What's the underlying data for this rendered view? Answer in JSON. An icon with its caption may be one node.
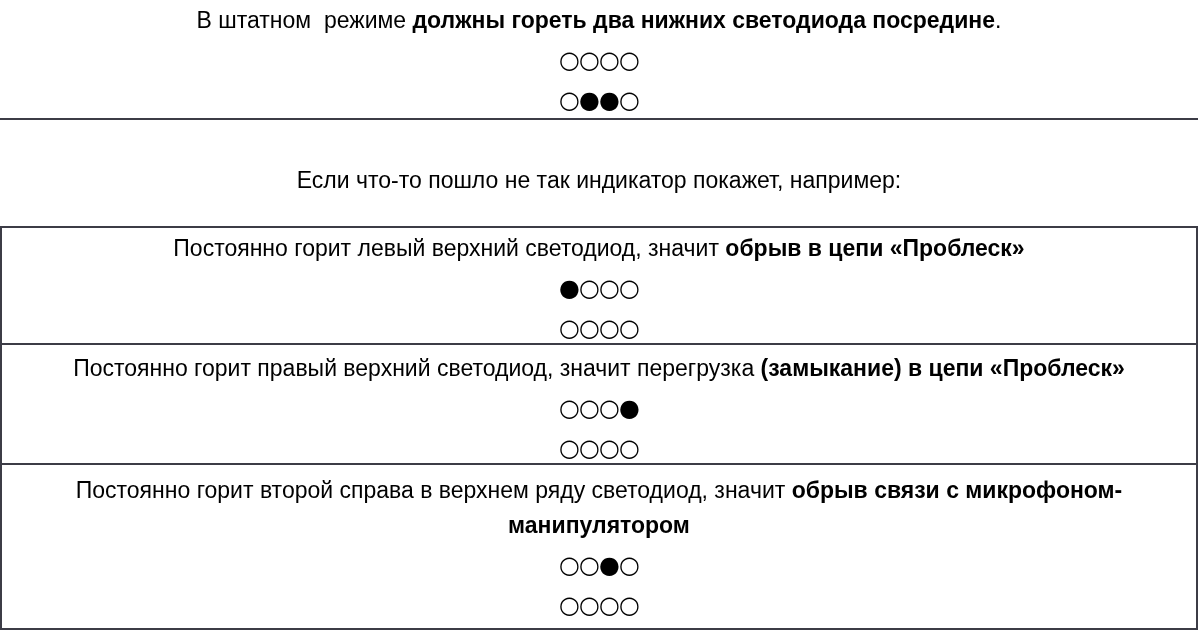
{
  "diagram": {
    "labels": [
      "В штатном  режиме **должны гореть два нижних светодиода посредине**.",
      "○○○○",
      "○●●○",
      "Если что-то пошло не так индикатор покажет, например:",
      "Постоянно горит левый верхний светодиод, значит **обрыв в цепи «Проблеск»**",
      "●○○○",
      "○○○○",
      "Постоянно горит правый верхний светодиод, значит перегрузка **(замыкание) в цепи «Проблеск»**",
      "○○○●",
      "○○○○",
      "Постоянно горит второй справа в верхнем ряду светодиод, значит **обрыв связи с микрофоном-манипулятором**",
      "○○●○",
      "○○○○"
    ]
  }
}
